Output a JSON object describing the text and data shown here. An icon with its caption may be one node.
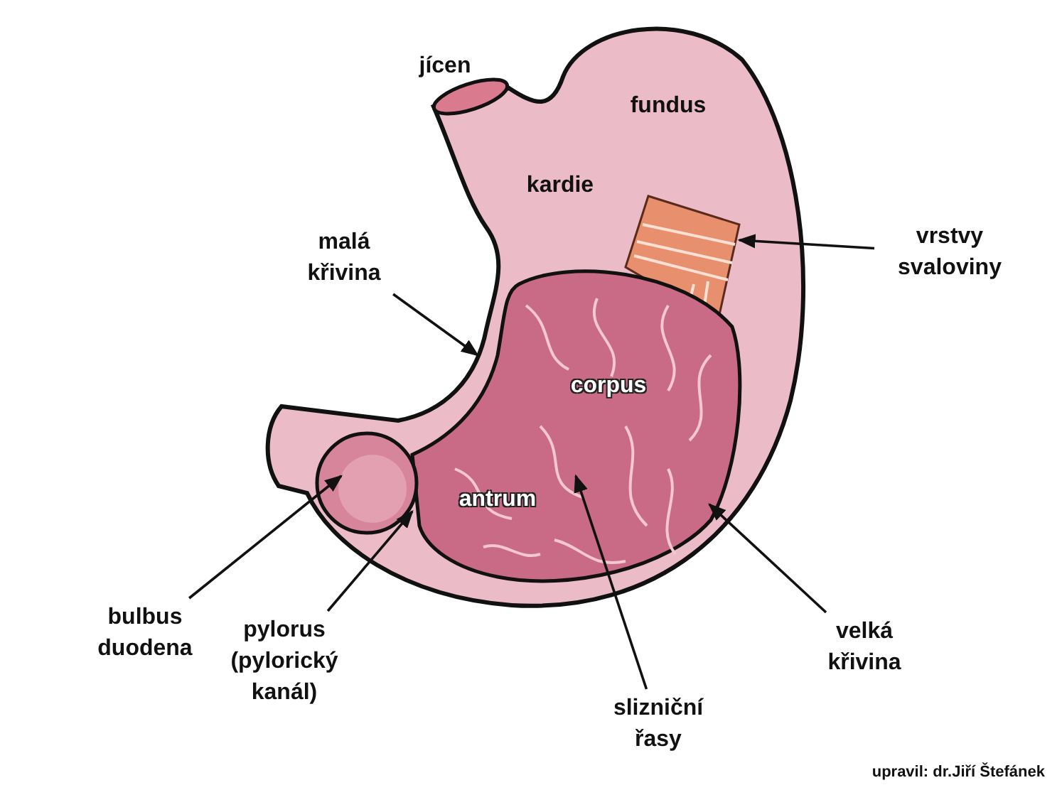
{
  "diagram": {
    "nodes": [
      {
        "text": [
          "malá křivina"
        ]
      },
      {
        "text": [
          "vrstvy svaloviny"
        ]
      },
      {
        "text": [
          "bulbus duodena"
        ]
      },
      {
        "text": [
          "pylorus (pylorický kanál)"
        ]
      },
      {
        "text": [
          "slizniční řasy"
        ]
      },
      {
        "text": [
          "velká křivina"
        ]
      }
    ],
    "edges": [
      {
        "from": 0,
        "to": null,
        "arrow": "to"
      },
      {
        "from": 1,
        "to": null,
        "arrow": "to"
      },
      {
        "from": 2,
        "to": null,
        "arrow": "to"
      },
      {
        "from": 3,
        "to": null,
        "arrow": "to"
      },
      {
        "from": 4,
        "to": null,
        "arrow": "to"
      },
      {
        "from": 5,
        "to": null,
        "arrow": "to"
      }
    ],
    "labels": [
      "jícen",
      "fundus",
      "kardie",
      "corpus",
      "antrum",
      "upravil: dr.Jiří Štefánek"
    ]
  }
}
